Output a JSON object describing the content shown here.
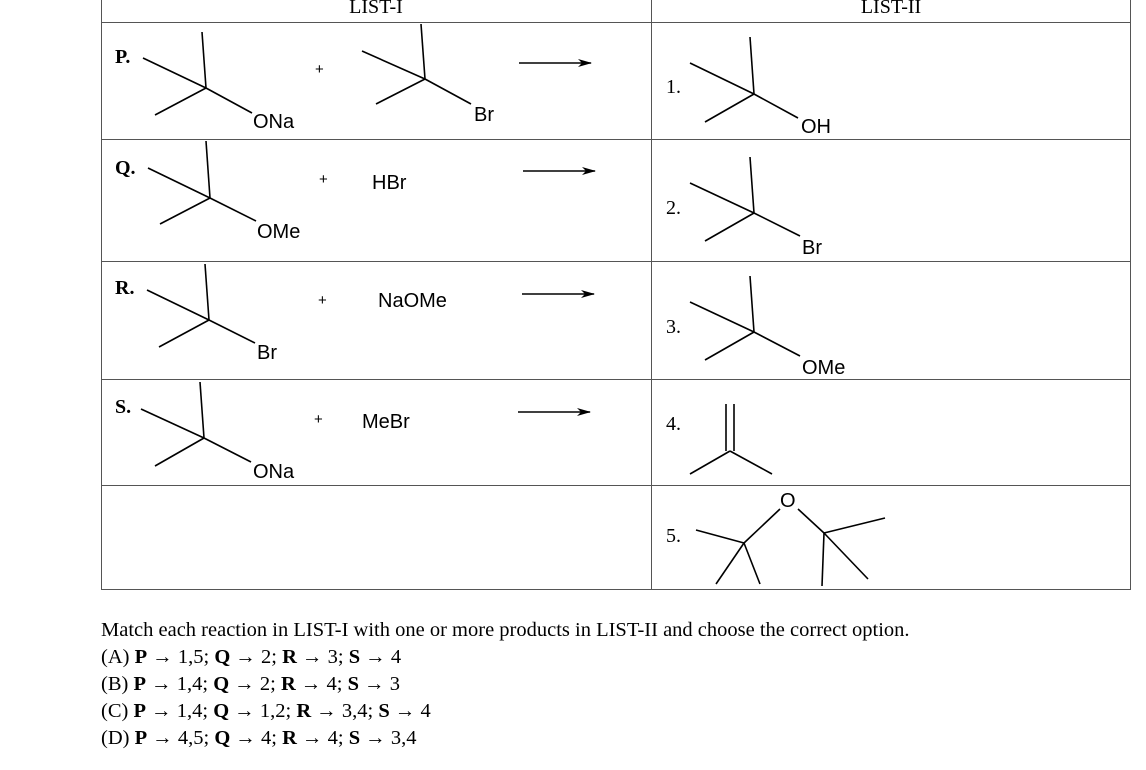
{
  "table": {
    "header_left": "LIST-I",
    "header_right": "LIST-II"
  },
  "rows": [
    {
      "label": "P.",
      "reactant1_group": "ONa",
      "plus": "+",
      "reactant2_group": "Br"
    },
    {
      "label": "Q.",
      "reactant1_group": "OMe",
      "plus": "+",
      "reactant2": "HBr"
    },
    {
      "label": "R.",
      "reactant1_group": "Br",
      "plus": "+",
      "reactant2": "NaOMe"
    },
    {
      "label": "S.",
      "reactant1_group": "ONa",
      "plus": "+",
      "reactant2": "MeBr"
    }
  ],
  "products": [
    {
      "num": "1.",
      "group": "OH"
    },
    {
      "num": "2.",
      "group": "Br"
    },
    {
      "num": "3.",
      "group": "OMe"
    },
    {
      "num": "4.",
      "group": ""
    },
    {
      "num": "5.",
      "group": "O"
    }
  ],
  "question": {
    "prompt": "Match each reaction in LIST-I with one or more products in LIST-II and choose the correct option.",
    "options": [
      {
        "key": "(A)",
        "items": [
          {
            "l": "P",
            "v": "1,5"
          },
          {
            "l": "Q",
            "v": "2"
          },
          {
            "l": "R",
            "v": "3"
          },
          {
            "l": "S",
            "v": "4"
          }
        ]
      },
      {
        "key": "(B)",
        "items": [
          {
            "l": "P",
            "v": "1,4"
          },
          {
            "l": "Q",
            "v": "2"
          },
          {
            "l": "R",
            "v": "4"
          },
          {
            "l": "S",
            "v": "3"
          }
        ]
      },
      {
        "key": "(C)",
        "items": [
          {
            "l": "P",
            "v": "1,4"
          },
          {
            "l": "Q",
            "v": "1,2"
          },
          {
            "l": "R",
            "v": "3,4"
          },
          {
            "l": "S",
            "v": "4"
          }
        ]
      },
      {
        "key": "(D)",
        "items": [
          {
            "l": "P",
            "v": "4,5"
          },
          {
            "l": "Q",
            "v": "4"
          },
          {
            "l": "R",
            "v": "4"
          },
          {
            "l": "S",
            "v": "3,4"
          }
        ]
      }
    ]
  }
}
